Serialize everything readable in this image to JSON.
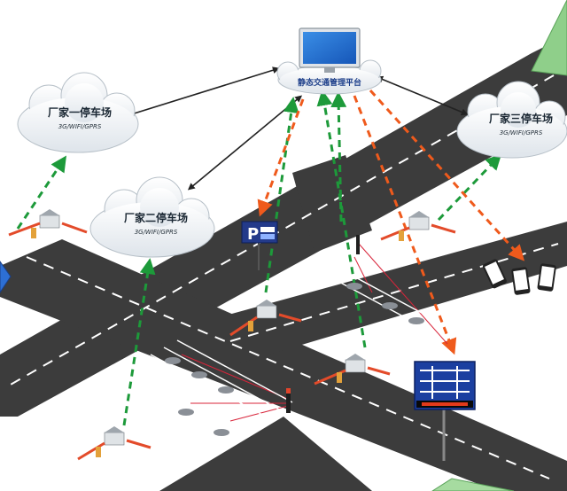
{
  "platform": {
    "label": "静态交通管理平台"
  },
  "clouds": [
    {
      "id": "lot-1",
      "title": "厂家一停车场",
      "network": "3G/WIFI/GPRS"
    },
    {
      "id": "lot-2",
      "title": "厂家二停车场",
      "network": "3G/WIFI/GPRS"
    },
    {
      "id": "lot-3",
      "title": "厂家三停车场",
      "network": "3G/WIFI/GPRS"
    }
  ],
  "colors": {
    "road": "#3b3b3b",
    "ground": "#ffffff",
    "platform_screen": "#2f7fd8",
    "cloud_fill": "#eef1f4",
    "uplink_arrow": "#1d9a3a",
    "downlink_arrow": "#ef5a1c",
    "link_line": "#222222",
    "guidance_sign": "#1b3fa0",
    "parking_sign": "#233a8a"
  },
  "icons": [
    "monitor-icon",
    "cloud-icon",
    "gate-barrier-icon",
    "parking-sign-icon",
    "guidance-board-icon",
    "smartphone-icon",
    "camera-pole-icon"
  ]
}
